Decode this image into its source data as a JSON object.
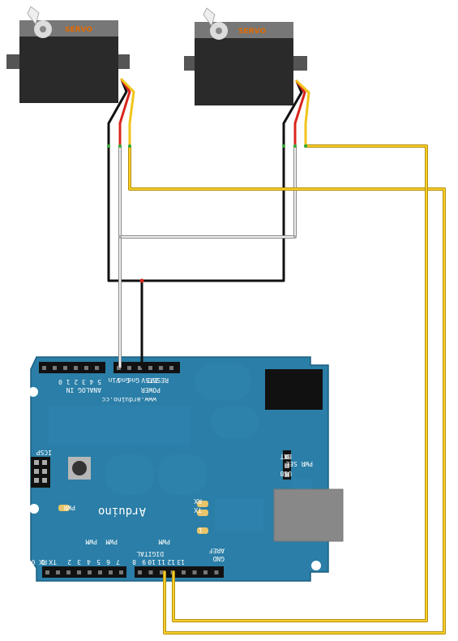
{
  "colors": {
    "board": "#2a7ea7",
    "board_dark": "#1e6a8e",
    "servo_body": "#2a2a2a",
    "signal_wire": "#f0c419",
    "power_wire": "#e8e8e8",
    "ground_wire": "#111111",
    "red_wire": "#d9261c"
  },
  "servos": [
    {
      "label": "SERVO"
    },
    {
      "label": "SERVO"
    }
  ],
  "board": {
    "name": "Arduino",
    "url": "www.arduino.cc",
    "analog_in": "ANALOG IN",
    "power": "POWER",
    "analog_pins": "5 4 3 2 1 0",
    "power_pins": [
      "Vin",
      "Gnd",
      "Gnd",
      "5V",
      "3V3",
      "RESET"
    ],
    "icsp": "ICSP",
    "pwr": "PWR",
    "tx": "TX",
    "rx": "RX",
    "l": "L",
    "pwr_sel": "PWR SEL",
    "ext": "EXT",
    "usb": "USB",
    "digital": "DIGITAL",
    "pwm": "PWM",
    "aref": "AREF",
    "gnd": "GND",
    "digital_pins": [
      "RX 0",
      "TX 1",
      "2",
      "3",
      "4",
      "5",
      "6",
      "7",
      "8",
      "9",
      "10",
      "11",
      "12",
      "13"
    ]
  }
}
